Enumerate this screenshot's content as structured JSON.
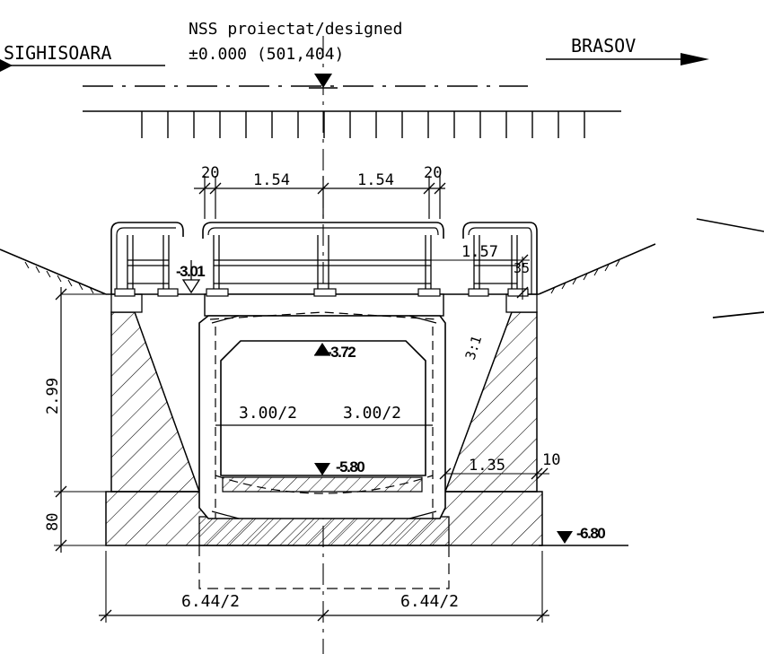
{
  "header": {
    "designed_level_line1": "NSS proiectat/designed",
    "designed_level_line2": "±0.000 (501,404)"
  },
  "directions": {
    "left": "SIGHISOARA",
    "right": "BRASOV"
  },
  "dimensions": {
    "edge_left": "20",
    "half_width_left": "1.54",
    "half_width_right": "1.54",
    "edge_right": "20",
    "railing_height": "1.57",
    "curb": "35",
    "wall_height": "2.99",
    "slab_thickness": "80",
    "inner_half_left": "3.00/2",
    "inner_half_right": "3.00/2",
    "toe": "1.35",
    "toe_gap": "10",
    "base_half_left": "6.44/2",
    "base_half_right": "6.44/2",
    "slope": "3:1"
  },
  "levels": {
    "deck": "-3.01",
    "inner_top": "-3.72",
    "inner_bottom": "-5.80",
    "foundation": "-6.80"
  },
  "colors": {
    "line": "#000000",
    "background": "#ffffff"
  }
}
